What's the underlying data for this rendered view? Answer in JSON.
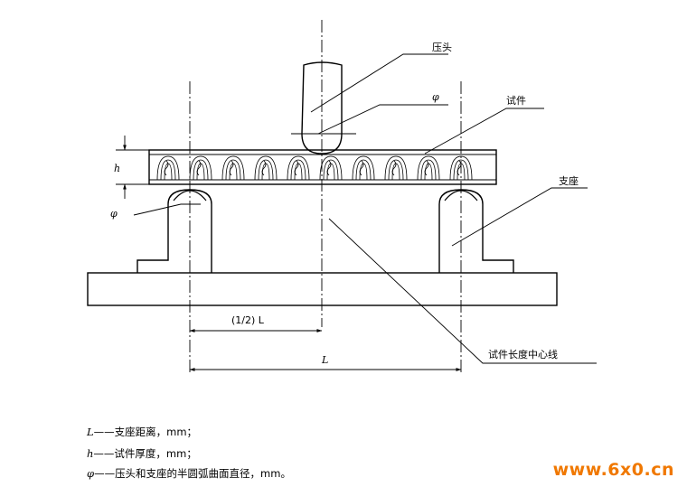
{
  "labels": {
    "indenter": "压头",
    "phi_top": "φ",
    "specimen": "试件",
    "support": "支座",
    "h": "h",
    "phi_left": "φ",
    "half_L": "(1/2) L",
    "L": "L",
    "centerline": "试件长度中心线"
  },
  "legend": [
    {
      "symbol": "L",
      "text": "——支座距离，mm；"
    },
    {
      "symbol": "h",
      "text": "——试件厚度，mm；"
    },
    {
      "symbol": "φ",
      "text": "——压头和支座的半圆弧曲面直径，mm。"
    }
  ],
  "watermark": "www.6x0.cn"
}
